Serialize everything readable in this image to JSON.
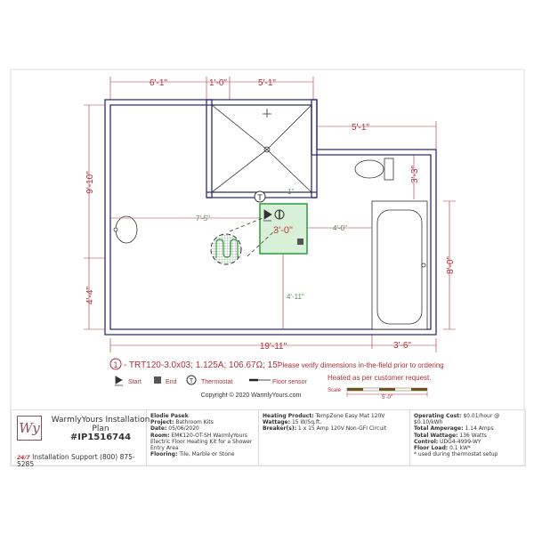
{
  "plan": {
    "dimensions": {
      "top_left": "6'-1\"",
      "top_mid": "1'-0\"",
      "top_right": "5'-1\"",
      "right_upper": "5'-1\"",
      "left_upper": "9'-10\"",
      "left_lower": "4'-4\"",
      "toilet_depth": "3'-3\"",
      "right_lower": "8'-0\"",
      "bottom_total": "19'-11\"",
      "tub_width": "3'-6\"",
      "mat_to_left": "7'-5\"",
      "mat_to_tub": "4'-0\"",
      "mat_to_bottom": "4'-11\"",
      "mat_size": "3'-0\"",
      "sensor_offset": "1\""
    },
    "mat_number": "1",
    "colors": {
      "wall": "#2a2a8a",
      "dimension": "#b0303a",
      "mat_fill": "#d8efd8",
      "mat_border": "#2f9a3f"
    }
  },
  "legend": {
    "mat_spec": "- TRT120-3.0x03; 1.125A; 106.67Ω; 15'",
    "mat_spec_number": "1",
    "verify_note": "Please verify dimensions in-the-field prior to ordering",
    "heated_note": "Heated as per customer request.",
    "start": "Start",
    "end": "End",
    "thermostat": "Thermostat",
    "thermostat_symbol": "T",
    "floor_sensor": "Floor sensor",
    "scale_label": "Scale",
    "scale_length": "5'-0\"",
    "copyright": "Copyright © 2020 WarmlyYours.com"
  },
  "title_block": {
    "logo_text": "Wy",
    "title": "WarmlyYours Installation Plan",
    "plan_id": "#IP1516744",
    "support_badge": "24/7",
    "support": "Installation Support (800) 875-5285",
    "customer": "Elodie Pasek",
    "project_label": "Project:",
    "project": "Bathroom Kits",
    "date_label": "Date:",
    "date": "05/06/2020",
    "room_label": "Room:",
    "room": "EMK120-OT-SH WarmlyYours Electric Floor Heating Kit for a Shower Entry Area",
    "flooring_label": "Flooring:",
    "flooring": "Tile, Marble or Stone",
    "heating_product_label": "Heating Product:",
    "heating_product": "TempZone Easy Mat 120V",
    "wattage_label": "Wattage:",
    "wattage": "15 W/Sq.ft.",
    "breakers_label": "Breaker(s):",
    "breakers": "1 x 15 Amp 120V Non-GFI Circuit",
    "operating_cost_label": "Operating Cost:",
    "operating_cost": "$0.01/hour @ $0.10/kWh",
    "total_amperage_label": "Total Amperage:",
    "total_amperage": "1.14 Amps",
    "total_wattage_label": "Total Wattage:",
    "total_wattage": "136 Watts",
    "control_label": "Control:",
    "control": "UDG4-4999-WY",
    "floor_load_label": "Floor Load:",
    "floor_load": "0.1 kW*",
    "footnote": "* used during thermostat setup"
  }
}
